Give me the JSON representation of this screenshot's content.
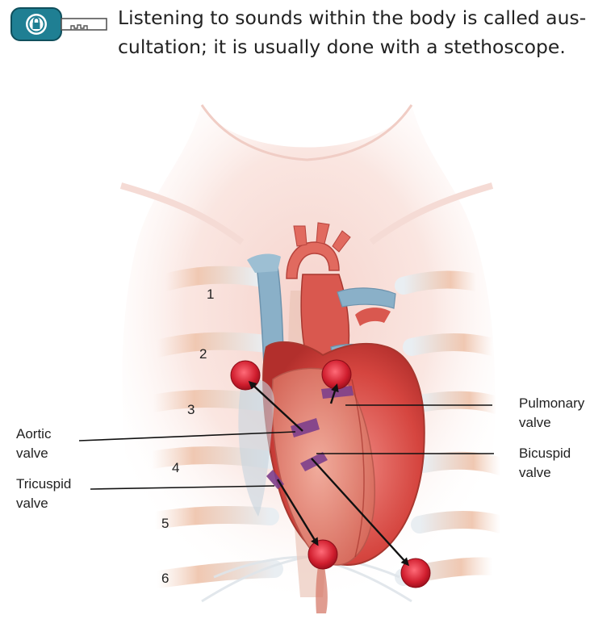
{
  "caption": {
    "line1": "Listening to sounds within the body is called aus-",
    "line2": "cultation; it is usually done with a stethoscope."
  },
  "icons": [
    "lock-key-icon"
  ],
  "rib_numbers": [
    "1",
    "2",
    "3",
    "4",
    "5",
    "6"
  ],
  "labels": {
    "aortic": [
      "Aortic",
      "valve"
    ],
    "tricuspid": [
      "Tricuspid",
      "valve"
    ],
    "pulmonary": [
      "Pulmonary",
      "valve"
    ],
    "bicuspid": [
      "Bicuspid",
      "valve"
    ]
  },
  "colors": {
    "badge_teal": "#1f7f93",
    "heart_red": "#d5453f",
    "vein_blue": "#8ab0c8",
    "auscultation_point": "#d01e2e",
    "valve_purple": "#7d3f8c"
  }
}
